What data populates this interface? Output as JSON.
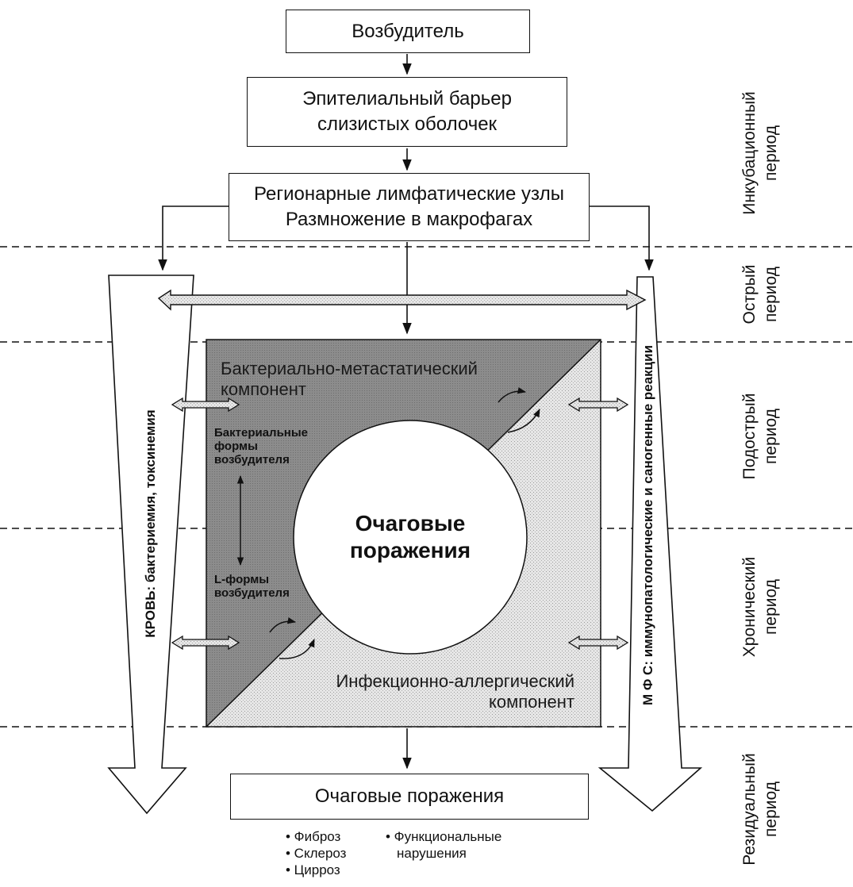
{
  "boxes": {
    "pathogen": "Возбудитель",
    "epithelial": [
      "Эпителиальный барьер",
      "слизистых оболочек"
    ],
    "lymph": [
      "Регионарные лимфатические узлы",
      "Размножение в макрофагах"
    ],
    "outcome": "Очаговые поражения"
  },
  "periods": {
    "incubation": [
      "Инкубационный",
      "период"
    ],
    "acute": [
      "Острый",
      "период"
    ],
    "subacute": [
      "Подострый",
      "период"
    ],
    "chronic": [
      "Хронический",
      "период"
    ],
    "residual": [
      "Резидуальный",
      "период"
    ]
  },
  "left_label": "КРОВЬ: бактериемия, токсинемия",
  "right_label": "М Ф С: иммунопатологические и саногенные реакции",
  "square": {
    "bacterial_component": [
      "Бактериально-метастатический",
      "компонент"
    ],
    "allergic_component": [
      "Инфекционно-аллергический",
      "компонент"
    ],
    "bacterial_forms": [
      "Бактериальные",
      "формы",
      "возбудителя"
    ],
    "l_forms": [
      "L-формы",
      "возбудителя"
    ],
    "center": [
      "Очаговые",
      "поражения"
    ]
  },
  "outcomes": {
    "col1": [
      "• Фиброз",
      "• Склероз",
      "• Цирроз"
    ],
    "col2": [
      "• Функциональные",
      "нарушения"
    ]
  },
  "colors": {
    "dark_fill": "#8f8f8f",
    "light_fill": "#dcdcdc",
    "line": "#111111"
  }
}
